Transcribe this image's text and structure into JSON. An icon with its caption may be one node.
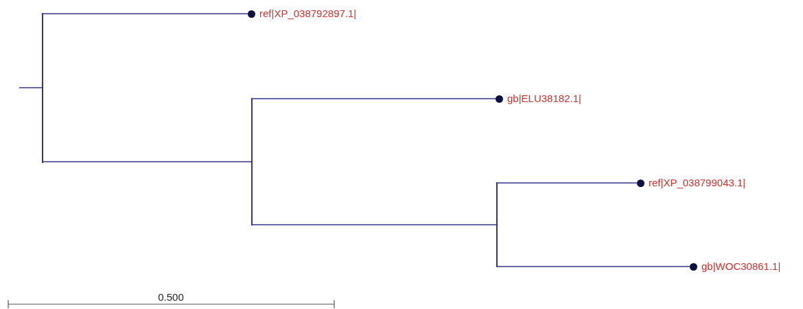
{
  "diagram": {
    "nodes": [
      {
        "text": [],
        "shape": "bar"
      },
      {
        "text": [
          "ref|XP_038792897.1|"
        ]
      },
      {
        "text": [],
        "shape": "bar"
      },
      {
        "text": [
          "gb|ELU38182.1|"
        ]
      },
      {
        "text": [],
        "shape": "bar"
      },
      {
        "text": [
          "ref|XP_038799043.1|"
        ]
      },
      {
        "text": [
          "gb|WOC30861.1|"
        ]
      }
    ],
    "edges": [
      {
        "from": null,
        "to": 0,
        "arrow": "none"
      },
      {
        "from": 0,
        "to": 1,
        "arrow": "none"
      },
      {
        "from": 0,
        "to": 2,
        "arrow": "none"
      },
      {
        "from": 2,
        "to": 3,
        "arrow": "none"
      },
      {
        "from": 2,
        "to": 4,
        "arrow": "none"
      },
      {
        "from": 4,
        "to": 5,
        "arrow": "none"
      },
      {
        "from": 4,
        "to": 6,
        "arrow": "none"
      }
    ],
    "labels": [
      "0.500"
    ]
  }
}
